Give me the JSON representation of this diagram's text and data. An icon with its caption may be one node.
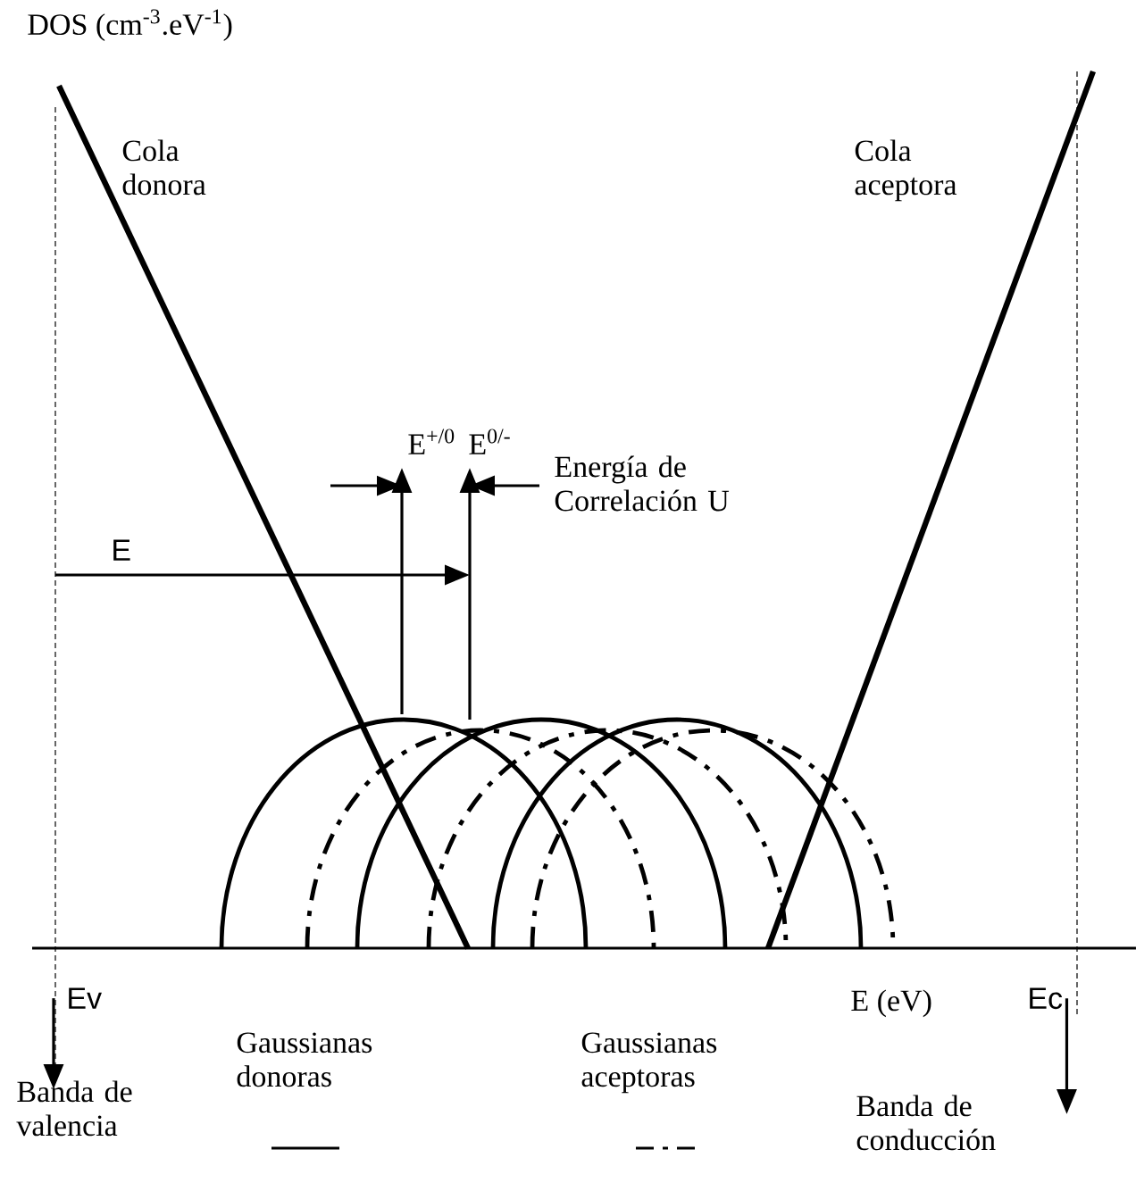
{
  "diagram": {
    "nodes": [
      {
        "text": [
          "Ev"
        ]
      },
      {
        "text": [
          "Banda de valencia"
        ]
      },
      {
        "text": [
          "Ec"
        ]
      },
      {
        "text": [
          "Banda de conducción"
        ]
      }
    ],
    "edges": [
      {
        "from": 0,
        "to": 1,
        "arrow": "to"
      },
      {
        "from": 2,
        "to": 3,
        "arrow": "to"
      }
    ],
    "labels": [
      "DOS (cm$^{-3}$.eV$^{-1}$)",
      "Cola donora",
      "Cola aceptora",
      "E$^{+/0}$",
      "E$^{0/-}$",
      "Energía de Correlación U",
      "E",
      "E (eV)"
    ],
    "legend": [
      {
        "text": "Gaussianas donoras"
      },
      {
        "text": "Gaussianas aceptoras"
      }
    ]
  }
}
